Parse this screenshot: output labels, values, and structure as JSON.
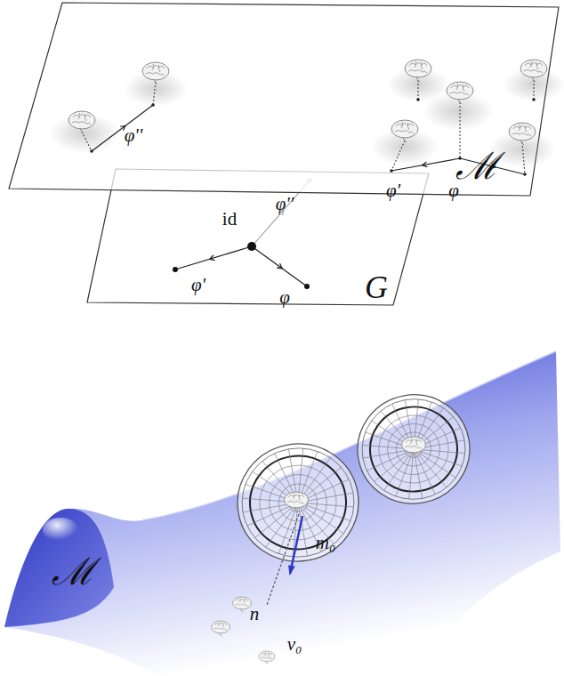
{
  "diagram": {
    "nodes": [
      {
        "text": [
          "ℳ"
        ]
      },
      {
        "text": [
          "G"
        ]
      },
      {
        "text": [
          "ℳ"
        ]
      }
    ],
    "labels": [
      "φ''",
      "φ'",
      "φ",
      "id",
      "φ''",
      "φ'",
      "φ",
      "m₀",
      "n",
      "v₀"
    ]
  }
}
